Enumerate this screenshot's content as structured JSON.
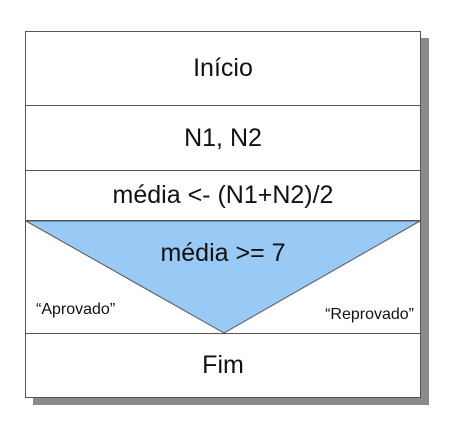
{
  "flowchart": {
    "start": "Início",
    "input": "N1, N2",
    "process": "média <- (N1+N2)/2",
    "decision": {
      "condition": "média >= 7",
      "true_branch": "“Aprovado”",
      "false_branch": "“Reprovado”"
    },
    "end": "Fim"
  },
  "colors": {
    "decision_fill": "#99c9f5",
    "border": "#555555",
    "shadow": "#8a8a8a"
  }
}
